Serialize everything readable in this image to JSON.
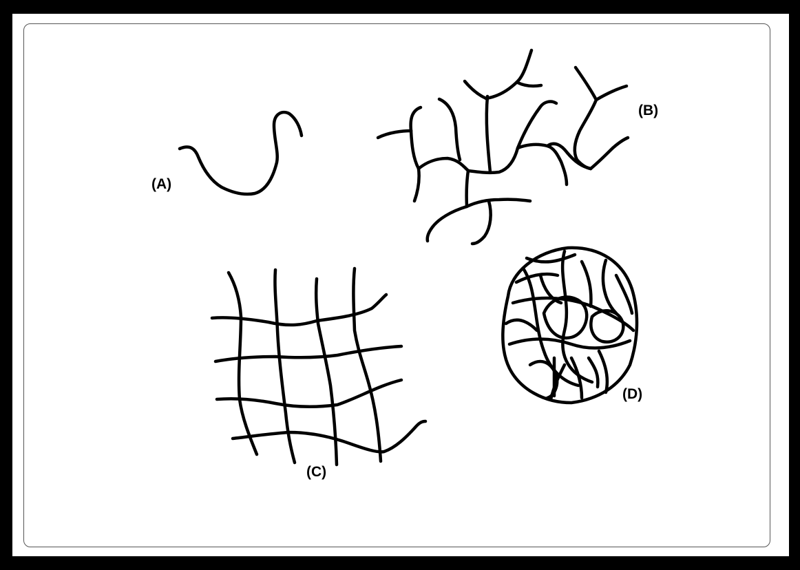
{
  "labels": {
    "a": "(A)",
    "b": "(B)",
    "c": "(C)",
    "d": "(D)"
  },
  "structures": [
    {
      "id": "a",
      "icon": "linear-chain-icon"
    },
    {
      "id": "b",
      "icon": "branched-chain-icon"
    },
    {
      "id": "c",
      "icon": "cross-linked-network-icon"
    },
    {
      "id": "d",
      "icon": "tangled-coil-icon"
    }
  ],
  "colors": {
    "frame": "#000000",
    "background": "#ffffff",
    "stroke": "#000000",
    "inner_border": "#555555"
  }
}
